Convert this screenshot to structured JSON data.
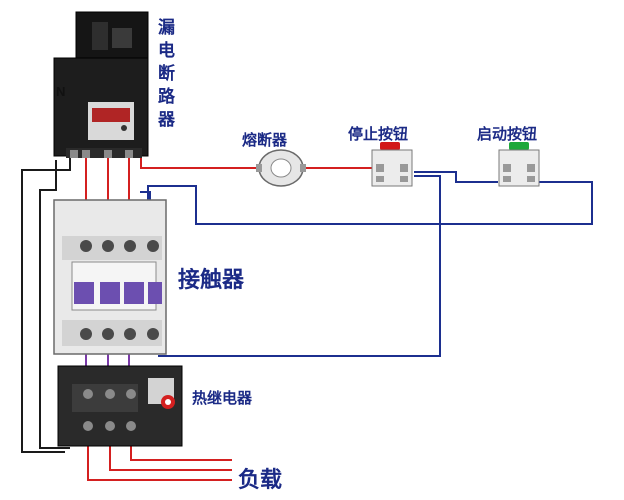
{
  "labels": {
    "neutral": "N",
    "breaker": "漏电断路器",
    "fuse": "熔断器",
    "stop_button": "停止按钮",
    "start_button": "启动按钮",
    "contactor": "接触器",
    "thermal_relay": "热继电器",
    "load": "负载"
  },
  "colors": {
    "phase_wire": "#d42020",
    "control_wire": "#1c2f8f",
    "neutral_wire": "#1a1a1a",
    "load_wire": "#d42020",
    "label_text": "#1b2a86"
  },
  "icons": {
    "breaker": "circuit-breaker-icon",
    "fuse": "fuse-icon",
    "stop_button": "red-pushbutton-icon",
    "start_button": "green-pushbutton-icon",
    "contactor": "contactor-icon",
    "thermal_relay": "thermal-overload-relay-icon"
  }
}
